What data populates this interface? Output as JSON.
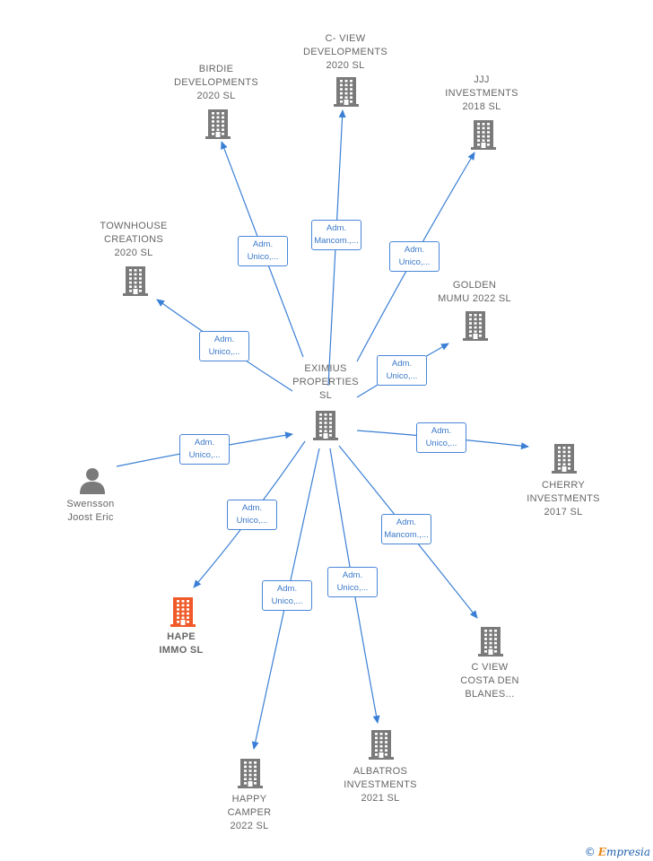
{
  "center": {
    "label": "EXIMIUS\nPROPERTIES\nSL",
    "icon": "building-icon"
  },
  "nodes": [
    {
      "key": "birdie",
      "label": "BIRDIE\nDEVELOPMENTS\n2020  SL",
      "icon": "building-icon",
      "color": "#7a7a7a"
    },
    {
      "key": "cview",
      "label": "C-  VIEW\nDEVELOPMENTS\n2020  SL",
      "icon": "building-icon",
      "color": "#7a7a7a"
    },
    {
      "key": "jjj",
      "label": "JJJ\nINVESTMENTS\n2018  SL",
      "icon": "building-icon",
      "color": "#7a7a7a"
    },
    {
      "key": "townhouse",
      "label": "TOWNHOUSE\nCREATIONS\n2020  SL",
      "icon": "building-icon",
      "color": "#7a7a7a"
    },
    {
      "key": "golden",
      "label": "GOLDEN\nMUMU 2022  SL",
      "icon": "building-icon",
      "color": "#7a7a7a"
    },
    {
      "key": "cherry",
      "label": "CHERRY\nINVESTMENTS\n2017  SL",
      "icon": "building-icon",
      "color": "#7a7a7a"
    },
    {
      "key": "swensson",
      "label": "Swensson\nJoost Eric",
      "icon": "person-icon",
      "color": "#7a7a7a"
    },
    {
      "key": "hape",
      "label": "HAPE\nIMMO  SL",
      "icon": "building-icon",
      "color": "#f05a28"
    },
    {
      "key": "cviewcosta",
      "label": "C VIEW\nCOSTA DEN\nBLANES...",
      "icon": "building-icon",
      "color": "#7a7a7a"
    },
    {
      "key": "albatros",
      "label": "ALBATROS\nINVESTMENTS\n2021  SL",
      "icon": "building-icon",
      "color": "#7a7a7a"
    },
    {
      "key": "happy",
      "label": "HAPPY\nCAMPER\n2022  SL",
      "icon": "building-icon",
      "color": "#7a7a7a"
    }
  ],
  "edges": [
    {
      "to": "birdie",
      "label": "Adm.\nUnico,..."
    },
    {
      "to": "cview",
      "label": "Adm.\nMancom.,..."
    },
    {
      "to": "jjj",
      "label": "Adm.\nUnico,..."
    },
    {
      "to": "townhouse",
      "label": "Adm.\nUnico,..."
    },
    {
      "to": "golden",
      "label": "Adm.\nUnico,..."
    },
    {
      "to": "cherry",
      "label": "Adm.\nUnico,..."
    },
    {
      "from": "swensson",
      "label": "Adm.\nUnico,..."
    },
    {
      "to": "hape",
      "label": "Adm.\nUnico,..."
    },
    {
      "to": "cviewcosta",
      "label": "Adm.\nMancom.,..."
    },
    {
      "to": "albatros",
      "label": "Adm.\nUnico,..."
    },
    {
      "to": "happy",
      "label": "Adm.\nUnico,..."
    }
  ],
  "colors": {
    "edge": "#3a7fd5",
    "icon": "#7a7a7a",
    "highlight": "#f05a28"
  },
  "brand": {
    "copyright": "©",
    "initial": "E",
    "rest": "mpresia"
  }
}
